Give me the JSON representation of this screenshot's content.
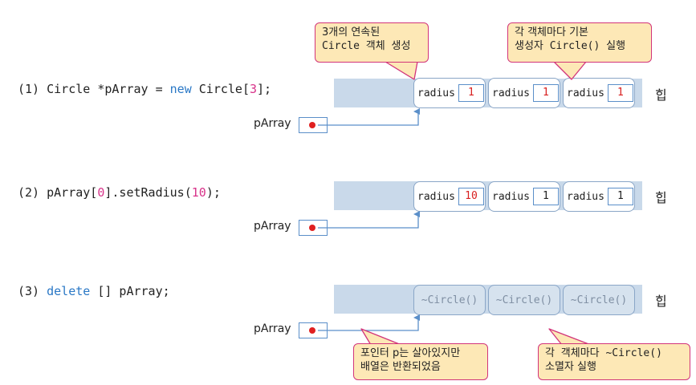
{
  "step1": {
    "prefix": "(1) Circle *pArray = ",
    "kw": "new",
    "mid": " Circle[",
    "num": "3",
    "suffix": "];"
  },
  "step2": {
    "prefix": "(2) pArray[",
    "num1": "0",
    "mid": "].setRadius(",
    "num2": "10",
    "suffix": ");"
  },
  "step3": {
    "prefix": "(3) ",
    "kw": "delete",
    "suffix": " [] pArray;"
  },
  "heap_label": "힙",
  "pointer_label": "pArray",
  "field_label": "radius",
  "row1_values": [
    "1",
    "1",
    "1"
  ],
  "row2_values": [
    "10",
    "1",
    "1"
  ],
  "destructor_label": "~Circle()",
  "callouts": {
    "c1_line1": "3개의 연속된",
    "c1_line2": "Circle 객체 생성",
    "c2_line1": "각 객체마다 기본",
    "c2_line2": "생성자 Circle() 실행",
    "c3_line1": "포인터 p는 살아있지만",
    "c3_line2": "배열은 반환되었음",
    "c4_line1": "각 객체마다 ~Circle()",
    "c4_line2": "소멸자 실행"
  }
}
